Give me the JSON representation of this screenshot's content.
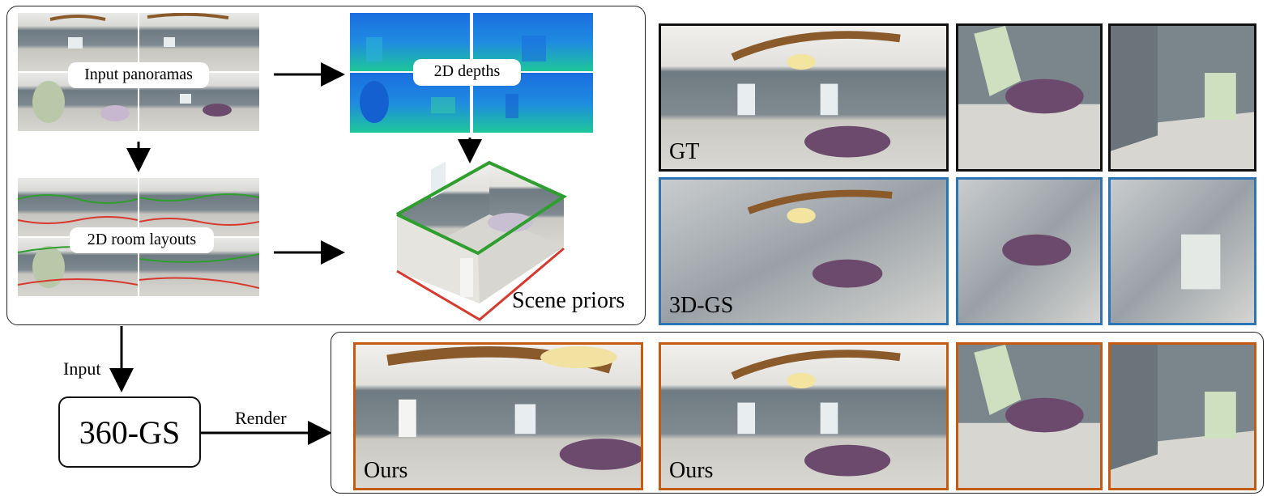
{
  "diagram": {
    "input_panel": {
      "input_panoramas_label": "Input panoramas",
      "depths_label": "2D depths",
      "layouts_label": "2D room layouts",
      "scene_priors_label": "Scene priors"
    },
    "pipeline": {
      "input_arrow_label": "Input",
      "model_label": "360-GS",
      "render_arrow_label": "Render"
    },
    "comparison": {
      "gt_label": "GT",
      "baseline_label": "3D-GS",
      "ours_label_1": "Ours",
      "ours_label_2": "Ours"
    },
    "colors": {
      "gt_frame": "#111111",
      "baseline_frame": "#2e75b6",
      "ours_frame": "#c55a11",
      "layout_ceiling": "#2e9e2e",
      "layout_floor": "#d63a2e"
    }
  }
}
